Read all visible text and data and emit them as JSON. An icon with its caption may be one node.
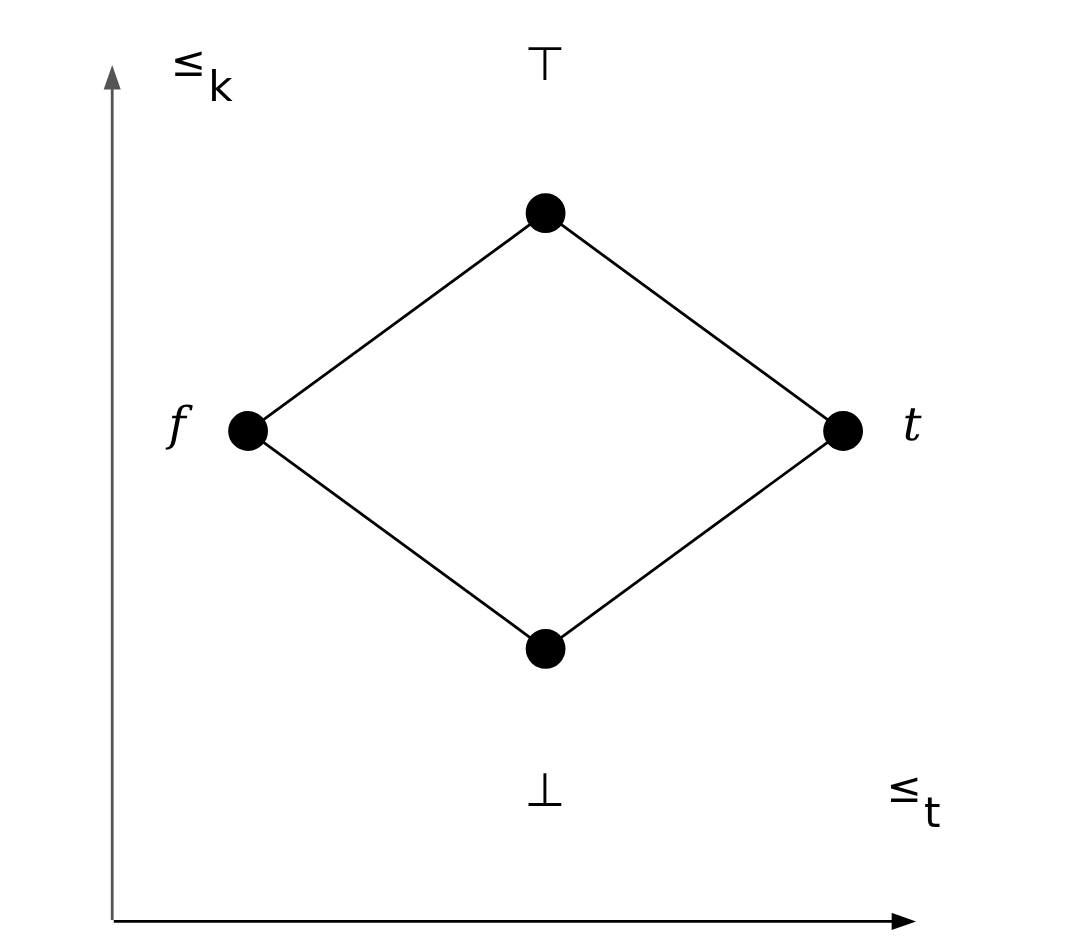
{
  "diagram": {
    "nodes": [
      {
        "text": [],
        "shape": "circle",
        "beside": [
          "⊤"
        ]
      },
      {
        "text": [],
        "shape": "circle",
        "beside": [
          "f"
        ]
      },
      {
        "text": [],
        "shape": "circle",
        "beside": [
          "t"
        ]
      },
      {
        "text": [],
        "shape": "circle",
        "beside": [
          "⊥"
        ]
      }
    ],
    "edges": [
      {
        "from": 0,
        "to": 1,
        "arrow": "none"
      },
      {
        "from": 0,
        "to": 2,
        "arrow": "none"
      },
      {
        "from": 1,
        "to": 3,
        "arrow": "none"
      },
      {
        "from": 2,
        "to": 3,
        "arrow": "none"
      }
    ],
    "labels": [
      "≤$_{k}$",
      "≤$_{t}$"
    ]
  }
}
